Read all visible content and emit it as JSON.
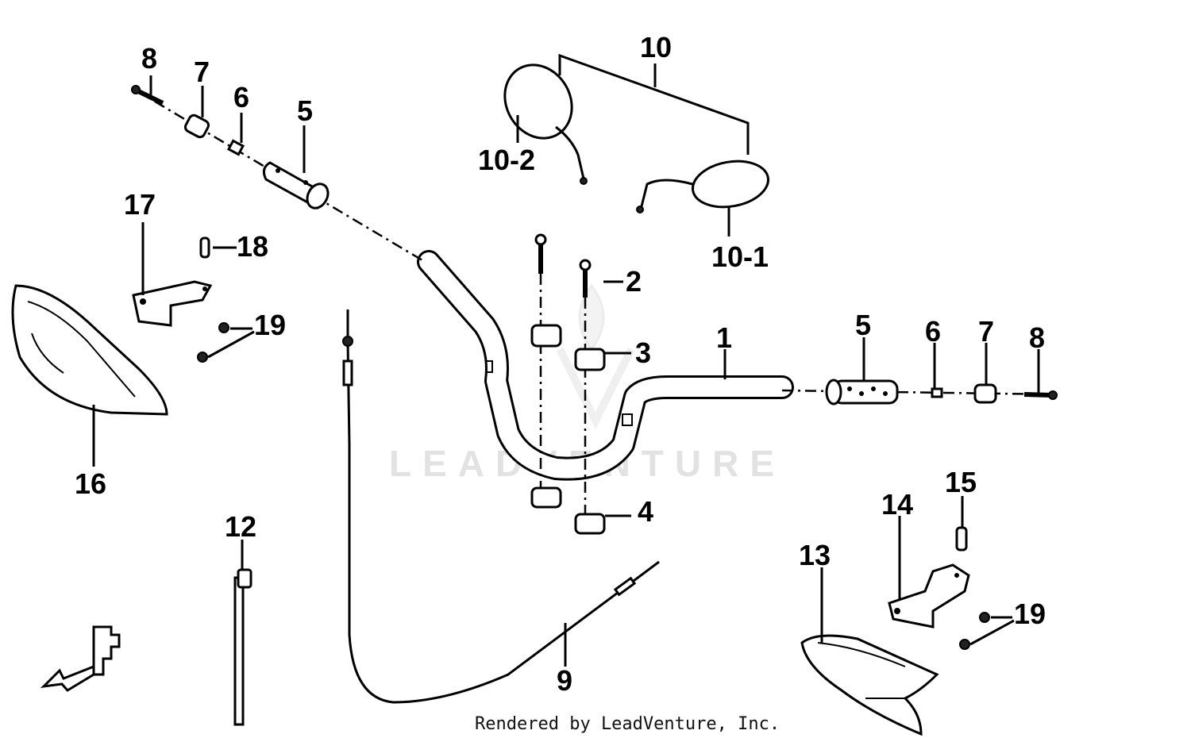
{
  "watermark": "LEADVENTURE",
  "credit": "Rendered by LeadVenture, Inc.",
  "callouts": [
    {
      "id": "1",
      "label": "1"
    },
    {
      "id": "2",
      "label": "2"
    },
    {
      "id": "3",
      "label": "3"
    },
    {
      "id": "4",
      "label": "4"
    },
    {
      "id": "5-left",
      "label": "5"
    },
    {
      "id": "5-right",
      "label": "5"
    },
    {
      "id": "6-left",
      "label": "6"
    },
    {
      "id": "6-right",
      "label": "6"
    },
    {
      "id": "7-left",
      "label": "7"
    },
    {
      "id": "7-right",
      "label": "7"
    },
    {
      "id": "8-left",
      "label": "8"
    },
    {
      "id": "8-right",
      "label": "8"
    },
    {
      "id": "9",
      "label": "9"
    },
    {
      "id": "10",
      "label": "10"
    },
    {
      "id": "10-1",
      "label": "10-1"
    },
    {
      "id": "10-2",
      "label": "10-2"
    },
    {
      "id": "12",
      "label": "12"
    },
    {
      "id": "13",
      "label": "13"
    },
    {
      "id": "14",
      "label": "14"
    },
    {
      "id": "15",
      "label": "15"
    },
    {
      "id": "16",
      "label": "16"
    },
    {
      "id": "17",
      "label": "17"
    },
    {
      "id": "18",
      "label": "18"
    },
    {
      "id": "19-left",
      "label": "19"
    },
    {
      "id": "19-right",
      "label": "19"
    }
  ]
}
